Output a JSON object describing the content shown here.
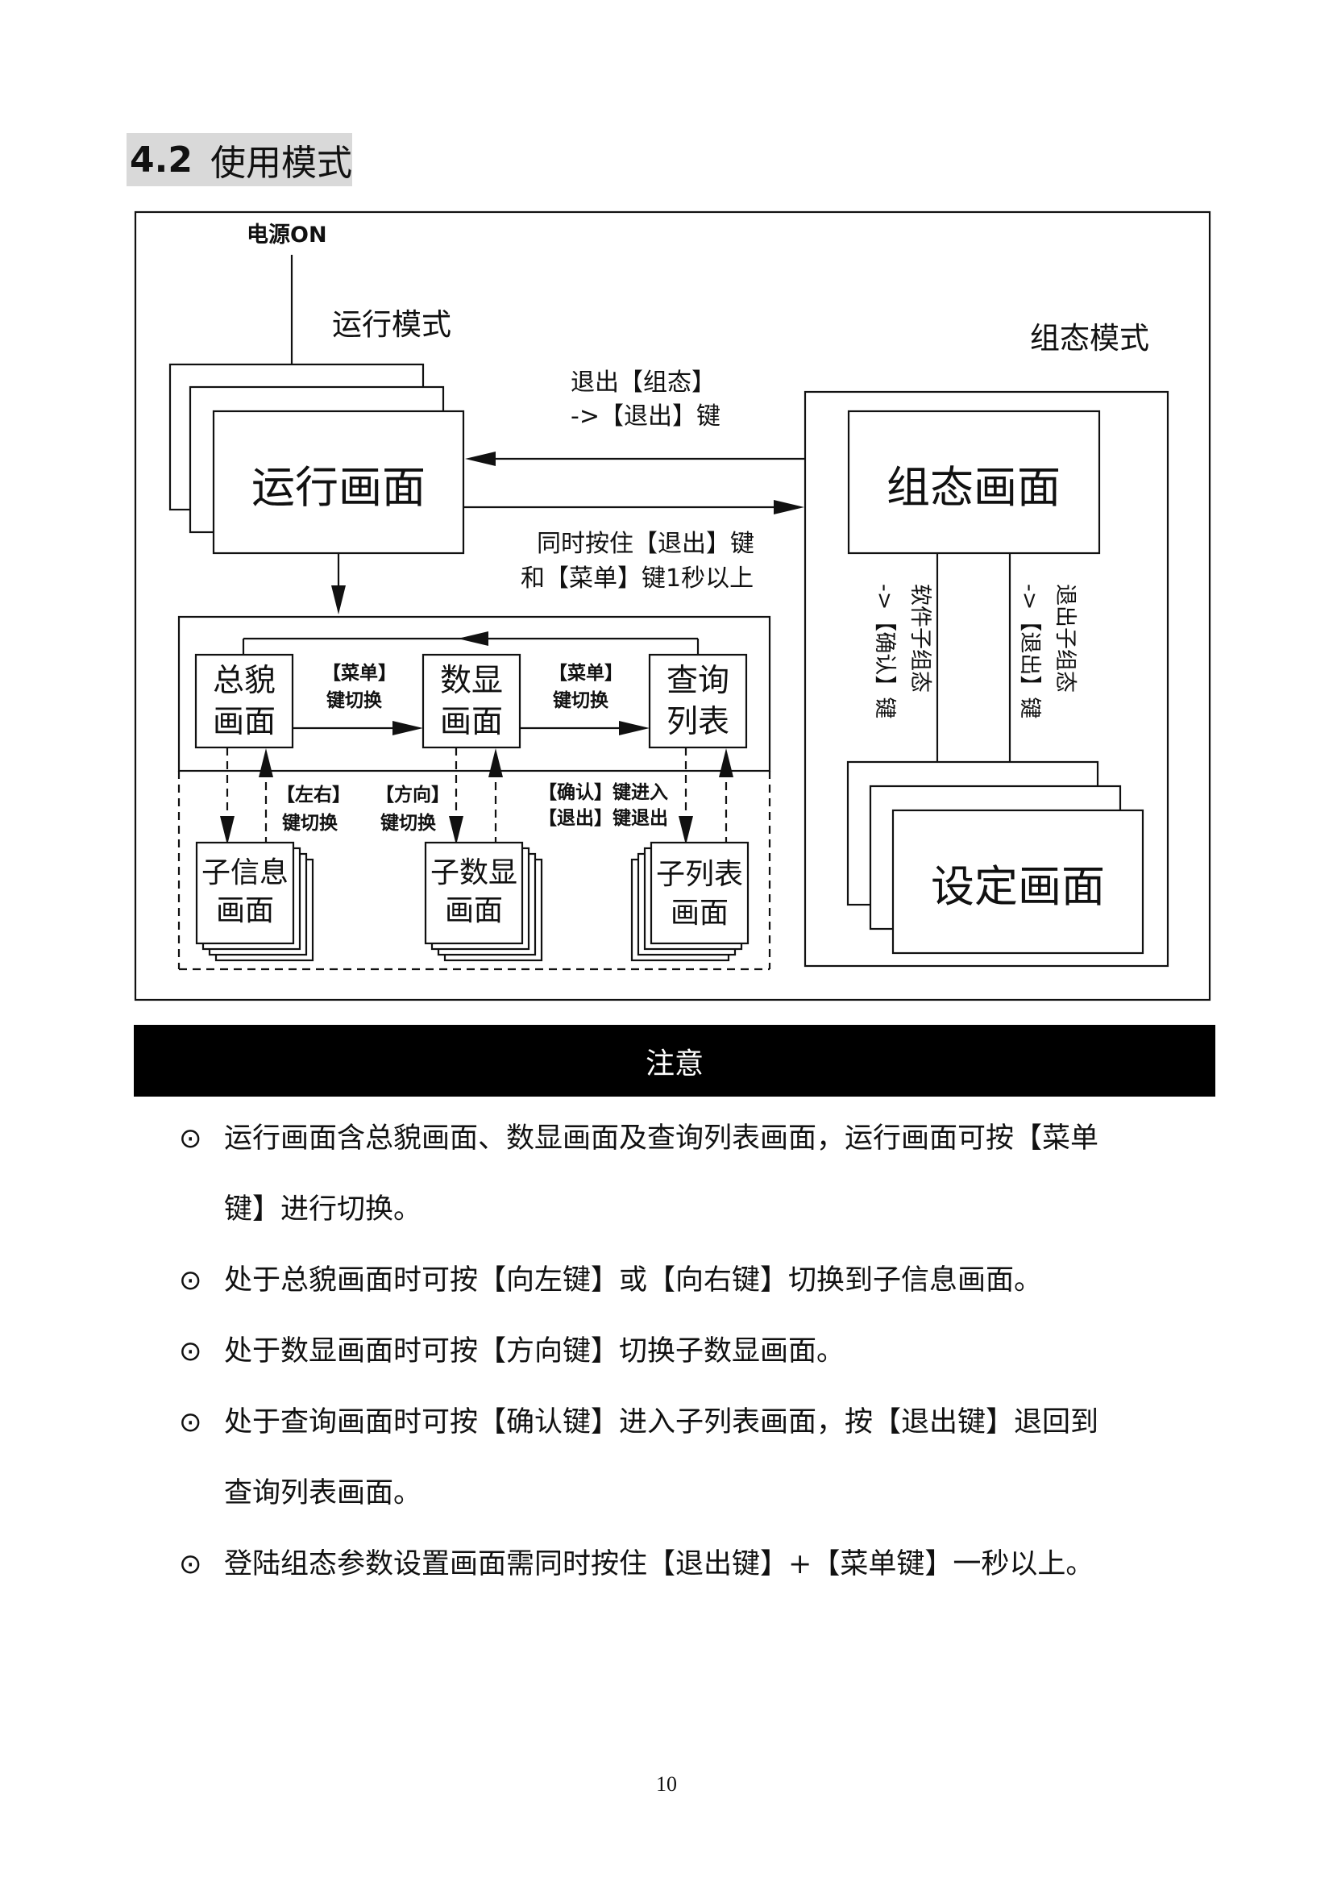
{
  "heading": {
    "number": "4.2",
    "title": "使用模式"
  },
  "diagram": {
    "power_on": "电源ON",
    "run_mode": "运行模式",
    "config_mode": "组态模式",
    "run_screen": "运行画面",
    "config_screen": "组态画面",
    "exit_config_line1": "退出【组态】",
    "exit_config_line2": "->【退出】键",
    "enter_config_line1": "同时按住【退出】键",
    "enter_config_line2": "和【菜单】键1秒以上",
    "overview_line1": "总貌",
    "overview_line2": "画面",
    "digital_line1": "数显",
    "digital_line2": "画面",
    "query_line1": "查询",
    "query_line2": "列表",
    "menu_switch_line1": "【菜单】",
    "menu_switch_line2": "键切换",
    "lr_line1": "【左右】",
    "lr_line2": "键切换",
    "dir_line1": "【方向】",
    "dir_line2": "键切换",
    "confirm_enter": "【确认】键进入",
    "exit_back": "【退出】键退出",
    "sub_info_line1": "子信息",
    "sub_info_line2": "画面",
    "sub_digital_line1": "子数显",
    "sub_digital_line2": "画面",
    "sub_list_line1": "子列表",
    "sub_list_line2": "画面",
    "soft_config_line1": "软件子组态",
    "soft_config_line2": "->【确认】键",
    "exit_subconfig_line1": "退出子组态",
    "exit_subconfig_line2": "->【退出】键",
    "setting_screen": "设定画面"
  },
  "notice": {
    "title": "注意"
  },
  "bullets": [
    {
      "mark": "⊙",
      "line1": "运行画面含总貌画面、数显画面及查询列表画面，运行画面可按【菜单",
      "line2": "键】进行切换。"
    },
    {
      "mark": "⊙",
      "line1": "处于总貌画面时可按【向左键】或【向右键】切换到子信息画面。"
    },
    {
      "mark": "⊙",
      "line1": "处于数显画面时可按【方向键】切换子数显画面。"
    },
    {
      "mark": "⊙",
      "line1": "处于查询画面时可按【确认键】进入子列表画面，按【退出键】退回到",
      "line2": "查询列表画面。"
    },
    {
      "mark": "⊙",
      "line1": "登陆组态参数设置画面需同时按住【退出键】+【菜单键】一秒以上。"
    }
  ],
  "page_number": "10"
}
